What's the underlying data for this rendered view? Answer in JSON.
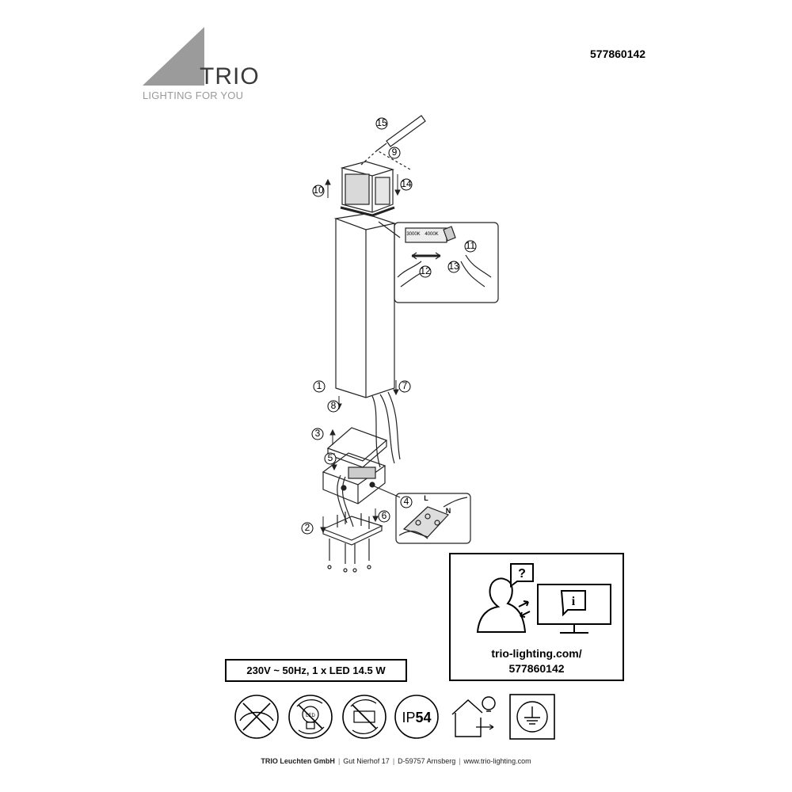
{
  "logo": {
    "brand": "TRIO",
    "tagline": "LIGHTING FOR YOU"
  },
  "article_number": "577860142",
  "steps": [
    "1",
    "2",
    "3",
    "4",
    "5",
    "6",
    "7",
    "8",
    "9",
    "10",
    "11",
    "12",
    "13",
    "14",
    "15"
  ],
  "wire_labels": {
    "live": "L",
    "neutral": "N"
  },
  "color_temp_labels": [
    "3000K",
    "4000K"
  ],
  "info_box": {
    "url_line1": "trio-lighting.com/",
    "url_line2": "577860142",
    "question_mark": "?",
    "info_mark": "i"
  },
  "spec": "230V ~ 50Hz, 1 x LED 14.5 W",
  "symbols": {
    "ip_rating": {
      "prefix": "IP",
      "number": "54"
    },
    "led_label": "LED"
  },
  "footer": {
    "company": "TRIO Leuchten GmbH",
    "street": "Gut Nierhof 17",
    "city": "D-59757 Arnsberg",
    "website": "www.trio-lighting.com"
  }
}
